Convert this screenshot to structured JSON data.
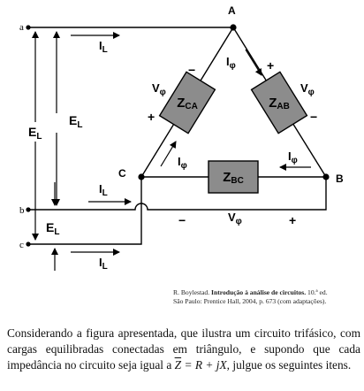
{
  "diagram": {
    "node_labels": {
      "a": "a",
      "b": "b",
      "c": "c",
      "A": "A",
      "B": "B",
      "C": "C"
    },
    "impedances": {
      "ca": {
        "main": "Z",
        "sub": "CA"
      },
      "ab": {
        "main": "Z",
        "sub": "AB"
      },
      "bc": {
        "main": "Z",
        "sub": "BC"
      }
    },
    "currents": {
      "line": {
        "main": "I",
        "sub": "L"
      },
      "phase": {
        "main": "I",
        "sub": "φ"
      }
    },
    "voltages": {
      "line": {
        "main": "E",
        "sub": "L"
      },
      "phase": {
        "main": "V",
        "sub": "φ"
      }
    },
    "signs": {
      "plus": "+",
      "minus": "−"
    },
    "colors": {
      "impedance_fill": "#8c8c8c",
      "wire": "#000000"
    }
  },
  "citation": {
    "author": "R. Boylestad.",
    "title": "Introdução à análise de circuitos.",
    "edition": "10.ª ed.",
    "line2": "São Paulo: Prentice Hall, 2004, p. 673 (com adaptações)."
  },
  "statement": {
    "text_before": "Considerando a figura apresentada, que ilustra um circuito trifásico, com cargas equilibradas conectadas em triângulo, e supondo que cada impedância no circuito seja igual a",
    "z": "Z",
    "equation_rest": "= R + jX",
    "text_after": ", julgue os seguintes itens."
  }
}
